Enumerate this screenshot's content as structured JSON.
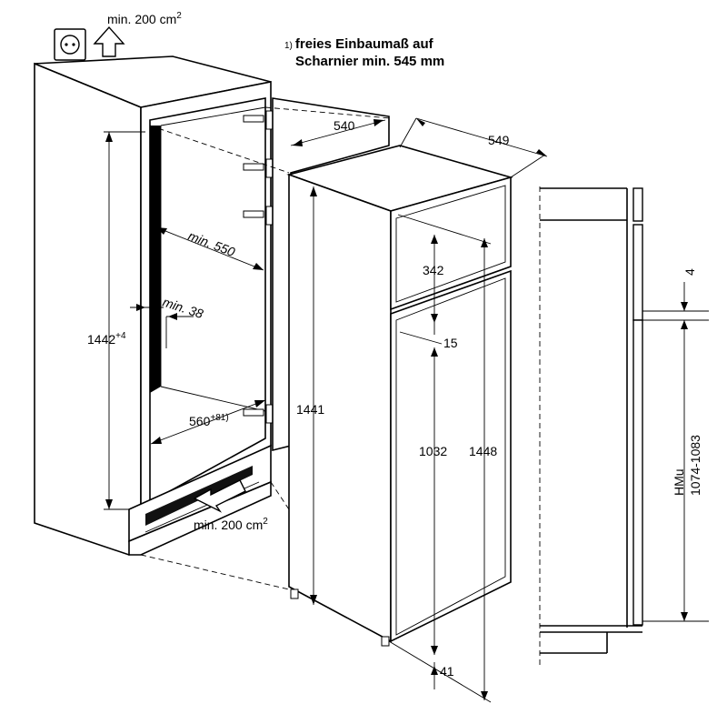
{
  "note": {
    "marker": "1)",
    "line1": "freies Einbaumaß auf",
    "line2": "Scharnier min. 545 mm"
  },
  "ventilation": {
    "top": "min. 200 cm",
    "bottom": "min. 200 cm",
    "superscript": "2"
  },
  "niche": {
    "height": "1442",
    "height_tolerance": "+4",
    "depth": "min. 550",
    "side_gap": "min. 38",
    "width": "560",
    "width_tolerance": "+8",
    "width_note": "1)"
  },
  "appliance": {
    "width": "540",
    "depth": "549",
    "height_body": "1441",
    "height_total": "1448",
    "freezer_door": "342",
    "gap": "15",
    "fridge_door": "1032",
    "bottom_offset": "41"
  },
  "side_view": {
    "top_gap": "4",
    "label": "HMu",
    "range": "1074-1083"
  },
  "icons": [
    "power-socket-icon",
    "airflow-arrow-icon"
  ]
}
